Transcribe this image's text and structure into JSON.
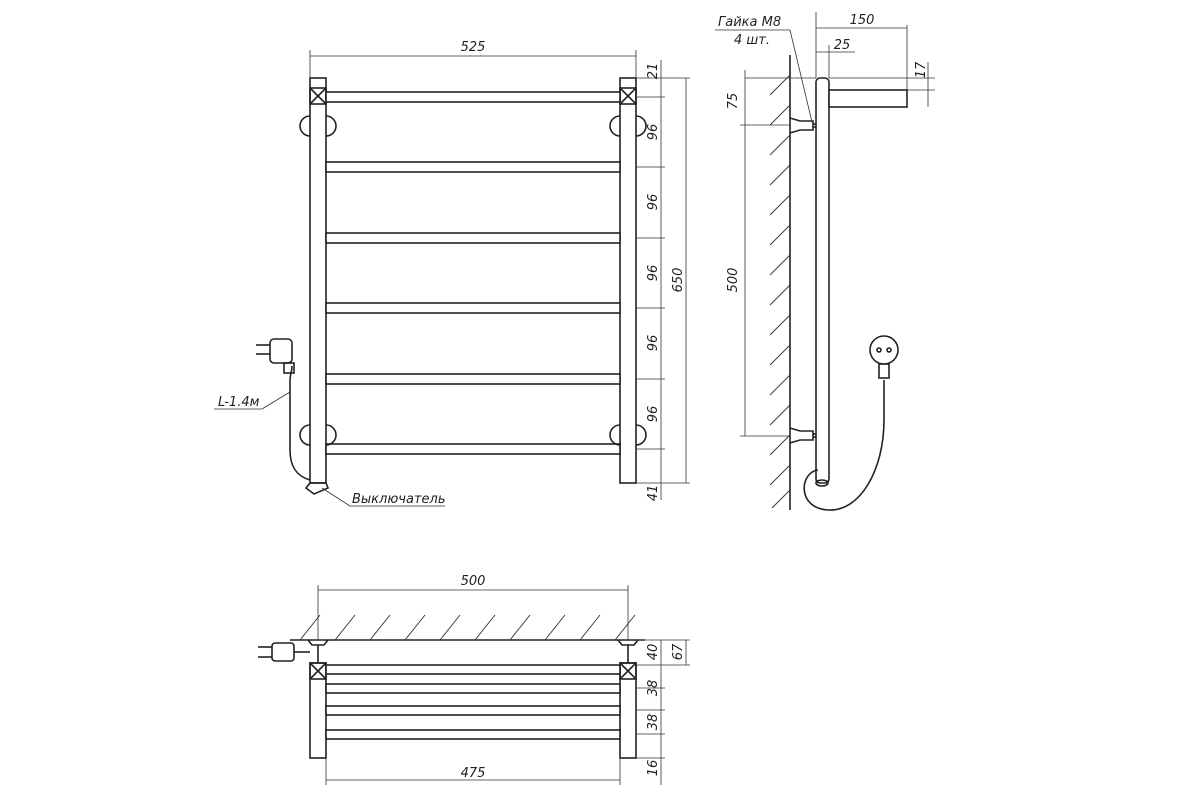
{
  "front_view": {
    "width_label": "525",
    "top_gap_label": "21",
    "spacing_labels": [
      "96",
      "96",
      "96",
      "96",
      "96"
    ],
    "height_label": "650",
    "bottom_label": "41",
    "cable_label": "L-1.4м",
    "switch_label": "Выключатель"
  },
  "side_view": {
    "nut_label": "Гайка М8",
    "nut_qty_label": "4 шт.",
    "depth_label": "150",
    "offset_label": "25",
    "tube_label": "17",
    "top_offset_label": "75",
    "mount_height_label": "500"
  },
  "top_view": {
    "mount_width_label": "500",
    "bar_length_label": "475",
    "wall_gap_label": "40",
    "total_depth_label": "67",
    "rung_spacing_labels": [
      "38",
      "38"
    ],
    "bottom_label": "16"
  }
}
